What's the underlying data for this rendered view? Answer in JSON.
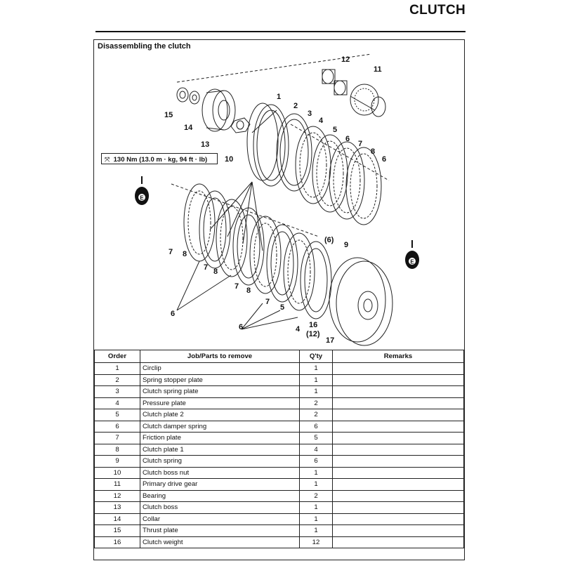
{
  "header": {
    "title": "CLUTCH"
  },
  "section": {
    "title": "Disassembling the clutch"
  },
  "torque": {
    "spec": "130 Nm (13.0 m · kg, 94 ft · lb)",
    "icon": "torque-wrench-icon"
  },
  "oil_marks": {
    "letter": "E"
  },
  "callouts": {
    "c1": "1",
    "c2": "2",
    "c3": "3",
    "c4": "4",
    "c5": "5",
    "c6": "6",
    "c7": "7",
    "c8": "8",
    "c6b": "6",
    "c6c": "6",
    "c6d": "6",
    "c7a": "7",
    "c8a": "8",
    "c7b": "7",
    "c8b": "8",
    "c7c": "7",
    "c8c": "8",
    "c7d": "7",
    "c5b": "5",
    "c4b": "4",
    "c9": "9",
    "c9p": "(6)",
    "c10": "10",
    "c11": "11",
    "c12": "12",
    "c13": "13",
    "c14": "14",
    "c15": "15",
    "c16": "16",
    "c16p": "(12)",
    "c17": "17"
  },
  "table": {
    "headers": {
      "order": "Order",
      "job": "Job/Parts to remove",
      "qty": "Q'ty",
      "remarks": "Remarks"
    },
    "rows": [
      {
        "order": "1",
        "job": "Circlip",
        "qty": "1",
        "remarks": ""
      },
      {
        "order": "2",
        "job": "Spring stopper plate",
        "qty": "1",
        "remarks": ""
      },
      {
        "order": "3",
        "job": "Clutch spring plate",
        "qty": "1",
        "remarks": ""
      },
      {
        "order": "4",
        "job": "Pressure plate",
        "qty": "2",
        "remarks": ""
      },
      {
        "order": "5",
        "job": "Clutch plate 2",
        "qty": "2",
        "remarks": ""
      },
      {
        "order": "6",
        "job": "Clutch damper spring",
        "qty": "6",
        "remarks": ""
      },
      {
        "order": "7",
        "job": "Friction plate",
        "qty": "5",
        "remarks": ""
      },
      {
        "order": "8",
        "job": "Clutch plate 1",
        "qty": "4",
        "remarks": ""
      },
      {
        "order": "9",
        "job": "Clutch spring",
        "qty": "6",
        "remarks": ""
      },
      {
        "order": "10",
        "job": "Clutch boss nut",
        "qty": "1",
        "remarks": ""
      },
      {
        "order": "11",
        "job": "Primary drive gear",
        "qty": "1",
        "remarks": ""
      },
      {
        "order": "12",
        "job": "Bearing",
        "qty": "2",
        "remarks": ""
      },
      {
        "order": "13",
        "job": "Clutch boss",
        "qty": "1",
        "remarks": ""
      },
      {
        "order": "14",
        "job": "Collar",
        "qty": "1",
        "remarks": ""
      },
      {
        "order": "15",
        "job": "Thrust plate",
        "qty": "1",
        "remarks": ""
      },
      {
        "order": "16",
        "job": "Clutch weight",
        "qty": "12",
        "remarks": ""
      }
    ]
  }
}
